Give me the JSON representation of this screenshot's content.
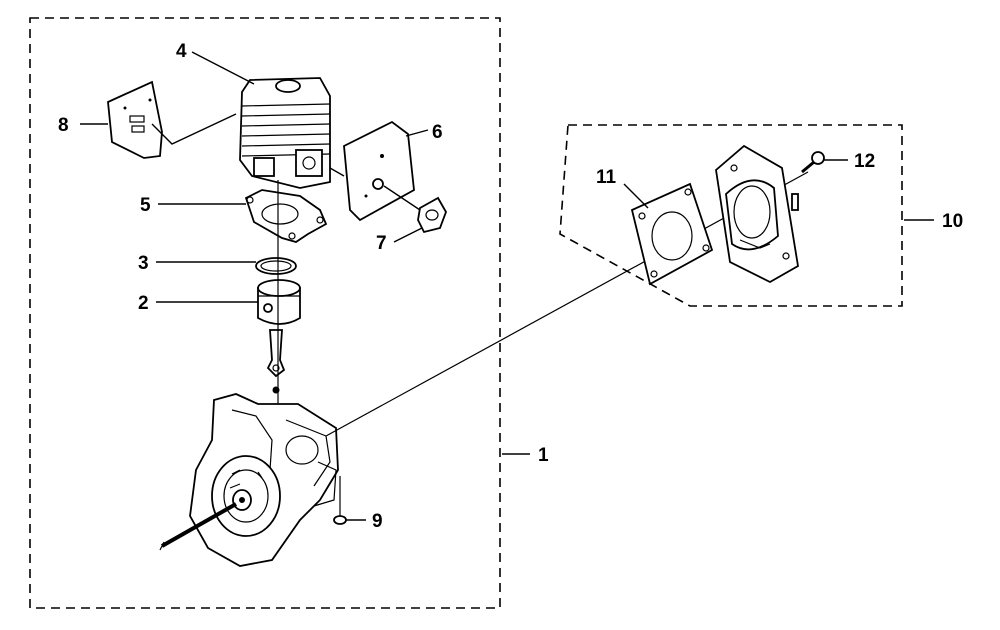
{
  "callouts": {
    "c1": "1",
    "c2": "2",
    "c3": "3",
    "c4": "4",
    "c5": "5",
    "c6": "6",
    "c7": "7",
    "c8": "8",
    "c9": "9",
    "c10": "10",
    "c11": "11",
    "c12": "12"
  },
  "colors": {
    "ink": "#000000",
    "background": "#ffffff"
  }
}
